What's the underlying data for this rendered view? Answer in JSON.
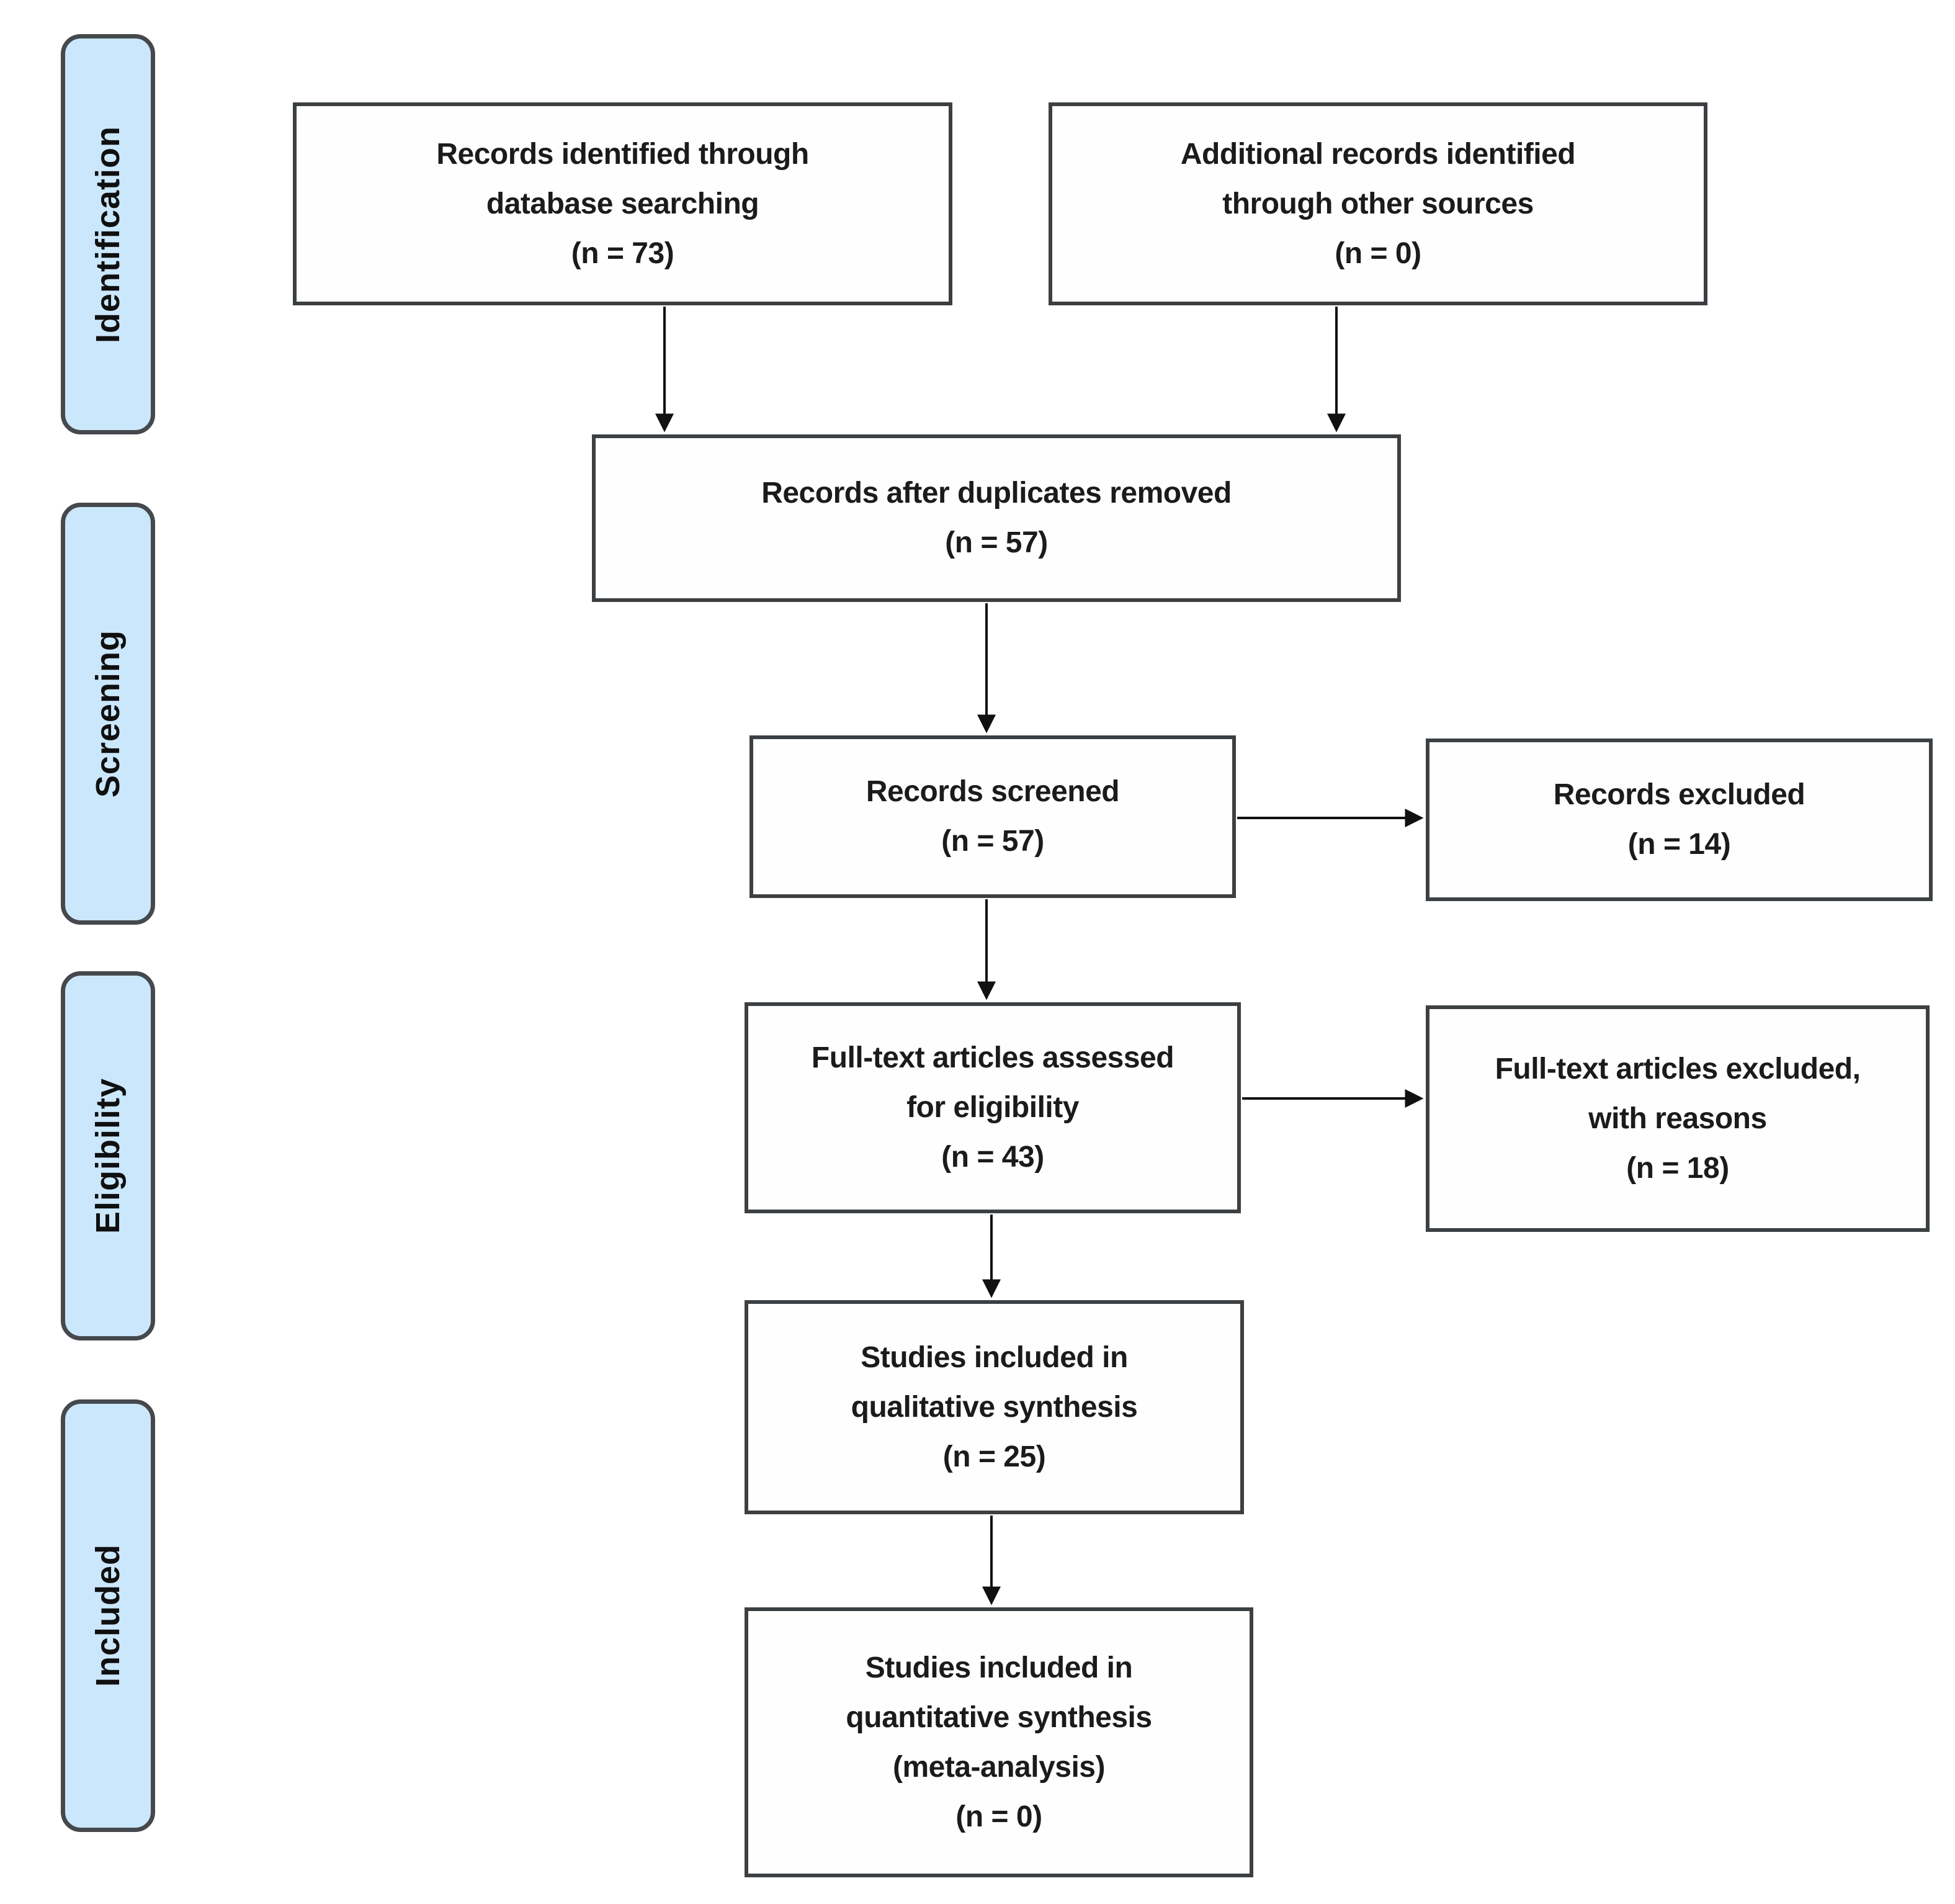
{
  "diagram": {
    "kind": "prisma-flow-diagram",
    "colors": {
      "stage_fill": "#cbe7fb",
      "stage_border": "#45494d",
      "box_fill": "#fefefe",
      "box_border": "#3c4043",
      "arrow": "#111111",
      "text": "#1b1b1b"
    },
    "phases": {
      "identification": "Identification",
      "screening": "Screening",
      "eligibility": "Eligibility",
      "included": "Included"
    },
    "flow": {
      "identified_db": {
        "text": "Records identified through\ndatabase searching\n(n = 73)",
        "n": 73
      },
      "identified_other": {
        "text": "Additional records identified\nthrough other sources\n(n = 0)",
        "n": 0
      },
      "dedup": {
        "text": "Records after duplicates removed\n(n = 57)",
        "n": 57
      },
      "screened": {
        "text": "Records screened\n(n = 57)",
        "n": 57
      },
      "excluded": {
        "text": "Records excluded\n(n = 14)",
        "n": 14
      },
      "fulltext": {
        "text": "Full-text articles assessed\nfor eligibility\n(n = 43)",
        "n": 43
      },
      "fulltext_excluded": {
        "text": "Full-text articles excluded,\nwith reasons\n(n = 18)",
        "n": 18
      },
      "qualitative": {
        "text": "Studies included in\nqualitative synthesis\n(n = 25)",
        "n": 25
      },
      "quantitative": {
        "text": "Studies included in\nquantitative synthesis\n(meta-analysis)\n(n = 0)",
        "n": 0
      }
    },
    "edges": [
      {
        "from": "identified_db",
        "to": "dedup"
      },
      {
        "from": "identified_other",
        "to": "dedup"
      },
      {
        "from": "dedup",
        "to": "screened"
      },
      {
        "from": "screened",
        "to": "excluded"
      },
      {
        "from": "screened",
        "to": "fulltext"
      },
      {
        "from": "fulltext",
        "to": "fulltext_excluded"
      },
      {
        "from": "fulltext",
        "to": "qualitative"
      },
      {
        "from": "qualitative",
        "to": "quantitative"
      }
    ]
  }
}
